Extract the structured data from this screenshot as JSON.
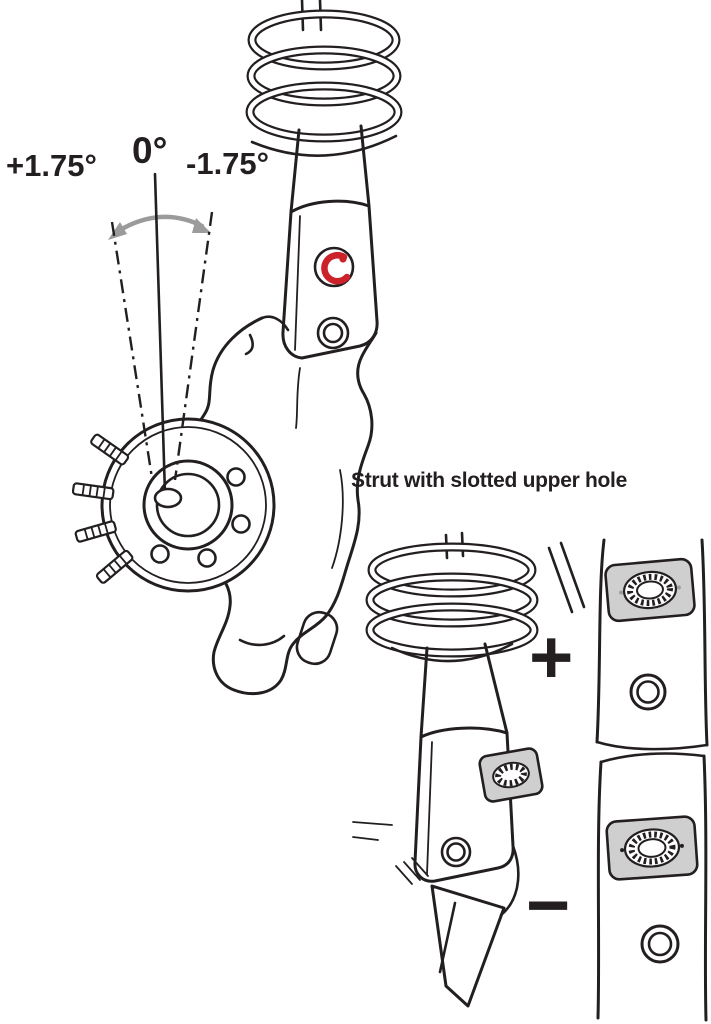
{
  "illustration": {
    "camber": {
      "plus_label": "+1.75°",
      "zero_label": "0°",
      "minus_label": "-1.75°"
    },
    "caption": "Strut with slotted upper hole",
    "adjustment": {
      "positive_symbol": "+",
      "negative_symbol": "−"
    },
    "colors": {
      "line": "#231f20",
      "logo_red": "#cc2229",
      "arrow_gray": "#9b9b9b",
      "plate_gray": "#cfcfcf"
    }
  }
}
